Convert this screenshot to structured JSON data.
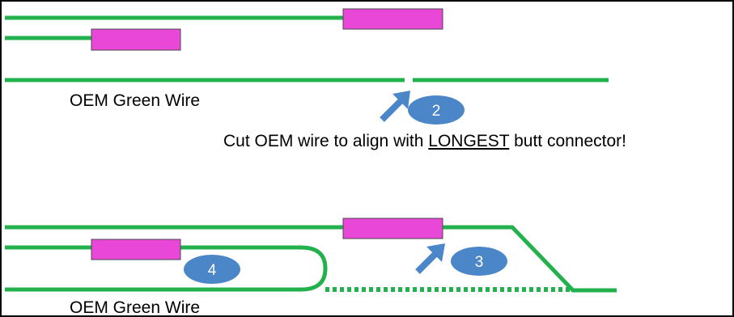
{
  "colors": {
    "wire": "#22b14c",
    "connector": "#e847d8",
    "connector_border": "#4a4a4a",
    "badge": "#4a86c8",
    "arrow": "#4a86c8"
  },
  "labels": {
    "top_oem_wire": "OEM Green Wire",
    "bottom_oem_wire": "OEM Green Wire"
  },
  "note": {
    "prefix": "Cut OEM wire to align with ",
    "emphasis": "LONGEST",
    "suffix": " butt connector!"
  },
  "badges": {
    "step2": "2",
    "step3": "3",
    "step4": "4"
  },
  "icons": {
    "arrow_step2": "arrow-up-right-icon",
    "arrow_step3": "arrow-up-right-icon"
  }
}
